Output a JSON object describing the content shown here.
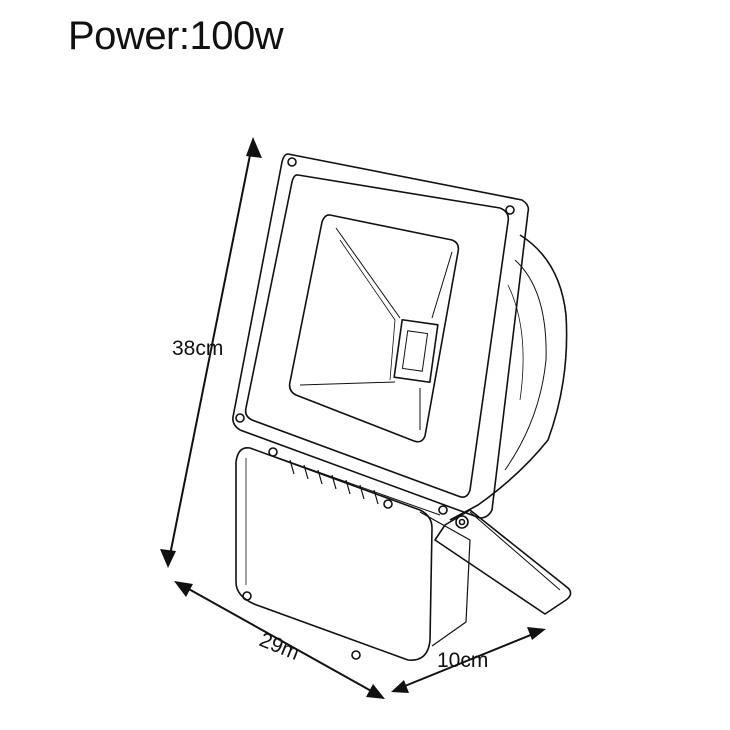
{
  "title": "Power:100w",
  "dimensions": {
    "height": "38cm",
    "width": "29m",
    "depth": "10cm"
  },
  "colors": {
    "line": "#111111",
    "background": "#ffffff"
  }
}
